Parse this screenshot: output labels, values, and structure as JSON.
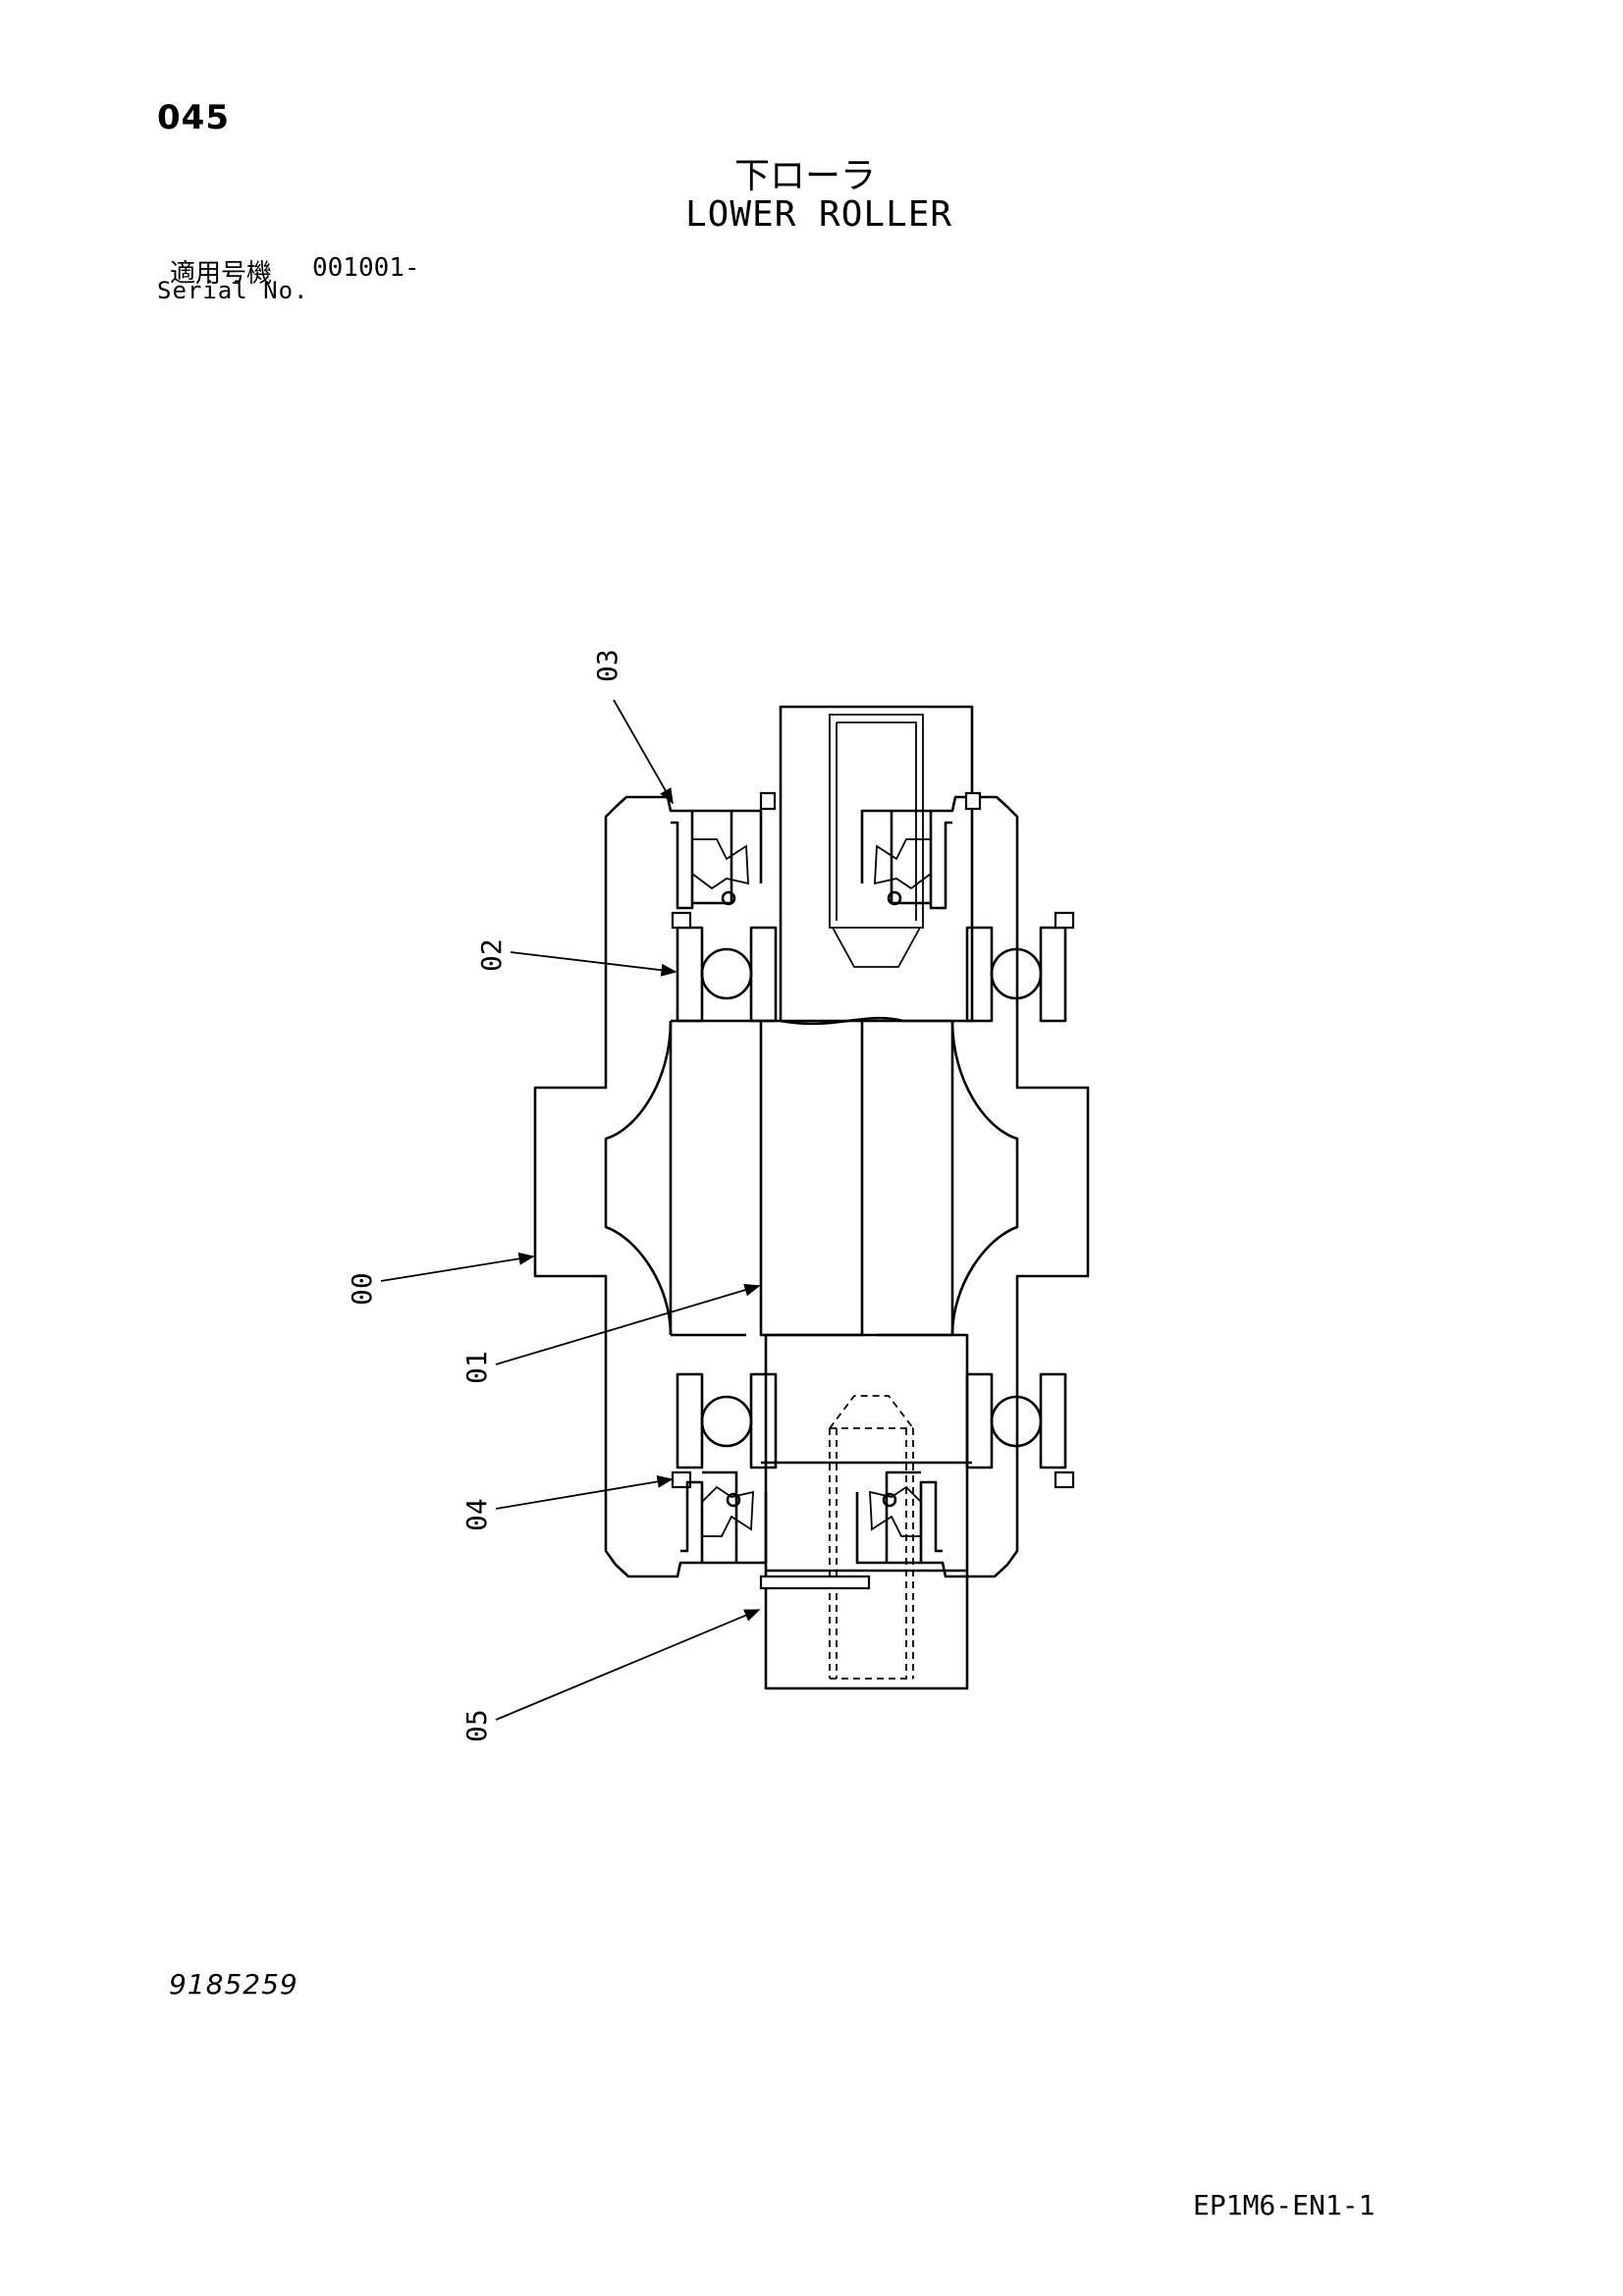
{
  "header": {
    "page_number": "045",
    "title_japanese": "下ローラ",
    "title_english": "LOWER ROLLER",
    "serial_label_japanese": "適用号機",
    "serial_value": "001001-",
    "serial_label_english": "Serial No."
  },
  "diagram": {
    "part_callouts": [
      "00",
      "01",
      "02",
      "03",
      "04",
      "05"
    ]
  },
  "footer": {
    "drawing_number": "9185259",
    "page_code": "EP1M6-EN1-1"
  }
}
